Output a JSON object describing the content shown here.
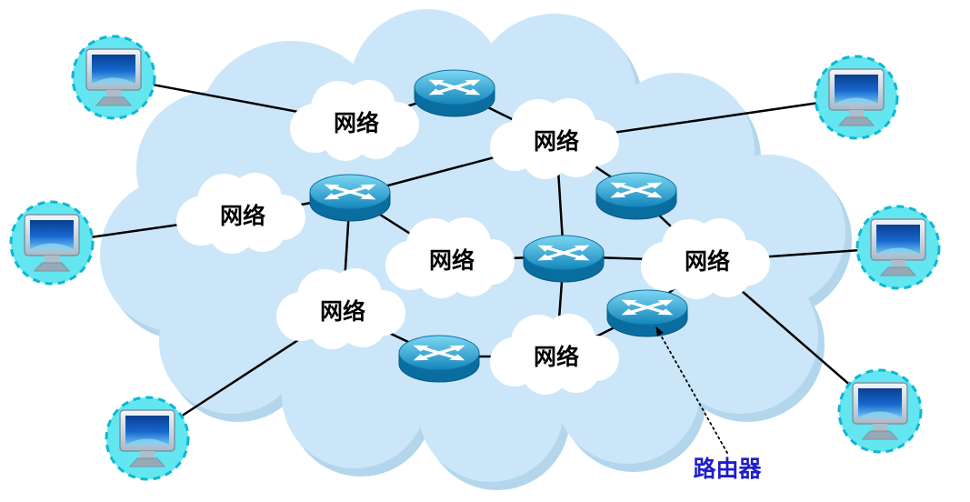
{
  "diagram": {
    "network_clouds": [
      {
        "label": "网络"
      },
      {
        "label": "网络"
      },
      {
        "label": "网络"
      },
      {
        "label": "网络"
      },
      {
        "label": "网络"
      },
      {
        "label": "网络"
      },
      {
        "label": "网络"
      }
    ],
    "router_callout": {
      "label": "路由器"
    },
    "computers": {
      "count": 6,
      "icon": "computer-monitor-icon"
    },
    "routers": {
      "count": 6,
      "icon": "router-icon"
    },
    "colors": {
      "big_cloud": "#cbe6f8",
      "big_cloud_shadow": "#b3d6ec",
      "network_cloud": "#ffffff",
      "router_body": "#0a6d9f",
      "router_top": "#2aa7d8",
      "computer_circle": "#63e6f0",
      "computer_circle_border": "#0cb7d3",
      "connection_line": "#000000",
      "cloud_label_text": "#000000",
      "router_label_text": "#1f1fc8"
    }
  }
}
